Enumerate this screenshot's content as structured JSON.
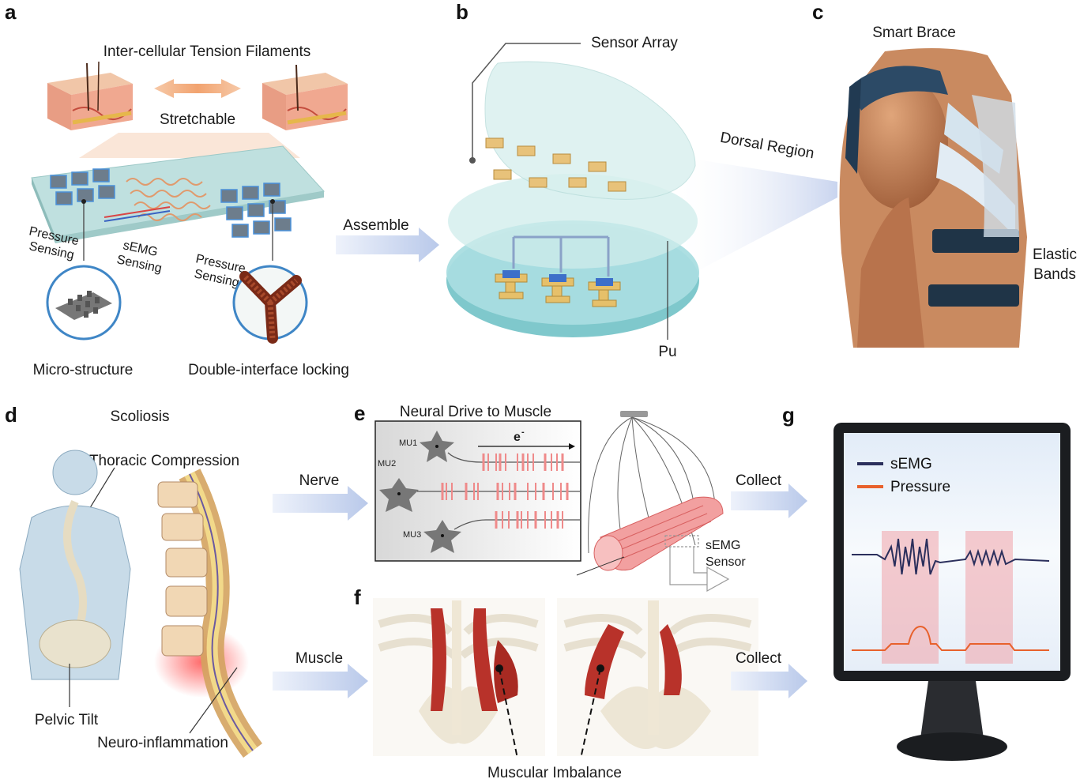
{
  "panels": {
    "a": {
      "label": "a",
      "title": "Inter-cellular Tension Filaments",
      "stretchable": "Stretchable",
      "pressure_left_1": "Pressure",
      "pressure_left_2": "Sensing",
      "semg_1": "sEMG",
      "semg_2": "Sensing",
      "pressure_right_1": "Pressure",
      "pressure_right_2": "Sensing",
      "micro_structure": "Micro-structure",
      "double_interface": "Double-interface locking",
      "assemble": "Assemble"
    },
    "b": {
      "label": "b",
      "sensor_array": "Sensor Array",
      "dorsal_region": "Dorsal Region",
      "pu": "Pu"
    },
    "c": {
      "label": "c",
      "smart_brace": "Smart  Brace",
      "elastic_1": "Elastic",
      "elastic_2": "Bands"
    },
    "d": {
      "label": "d",
      "scoliosis": "Scoliosis",
      "thoracic": "Thoracic Compression",
      "pelvic": "Pelvic Tilt",
      "neuro": "Neuro-inflammation",
      "nerve": "Nerve",
      "muscle": "Muscle"
    },
    "e": {
      "label": "e",
      "title": "Neural Drive to Muscle",
      "mu1": "MU1",
      "mu2": "MU2",
      "mu3": "MU3",
      "electron": "e",
      "electron_sup": "-",
      "semg_sensor_1": "sEMG",
      "semg_sensor_2": "Sensor",
      "collect": "Collect"
    },
    "f": {
      "label": "f",
      "muscular_imbalance": "Muscular Imbalance",
      "collect": "Collect"
    },
    "g": {
      "label": "g",
      "legend_semg": "sEMG",
      "legend_pressure": "Pressure"
    }
  },
  "colors": {
    "arrow_blue": "#c9d6ef",
    "semg_line": "#2b2f5c",
    "pressure_line": "#e8612c",
    "spike_red": "#ef8a8a",
    "muscle_red": "#b8322a"
  }
}
